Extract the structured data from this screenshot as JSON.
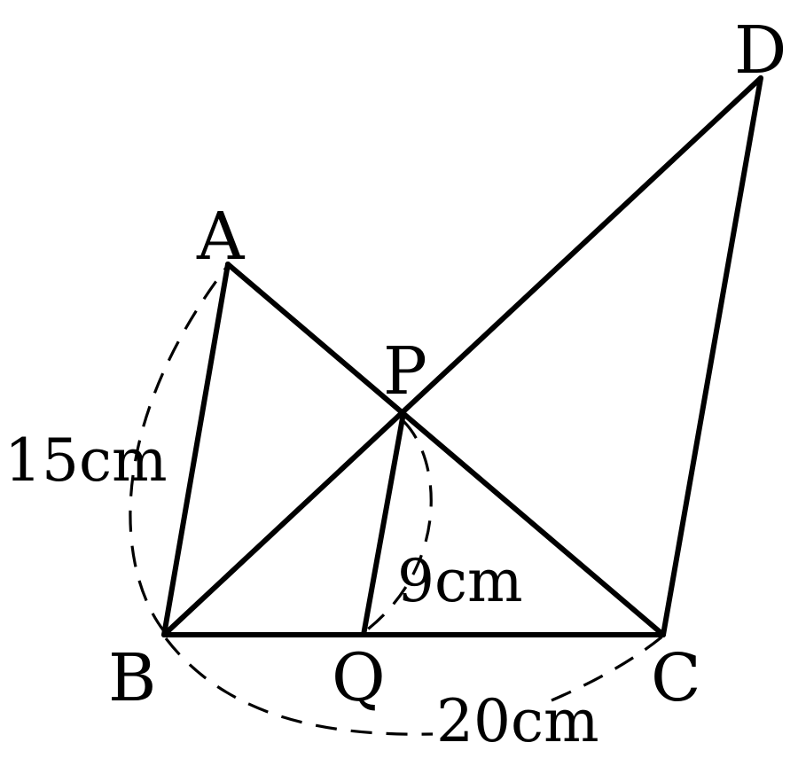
{
  "points": {
    "A": "A",
    "B": "B",
    "C": "C",
    "D": "D",
    "P": "P",
    "Q": "Q"
  },
  "measurements": {
    "AB": "15cm",
    "PQ": "9cm",
    "BC": "20cm"
  },
  "colors": {
    "ink": "#000000",
    "background": "#ffffff"
  }
}
